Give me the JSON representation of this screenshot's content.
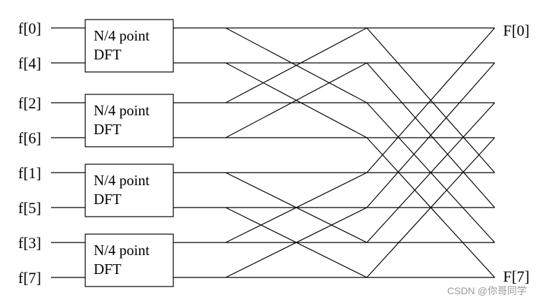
{
  "inputs": [
    "f[0]",
    "f[4]",
    "f[2]",
    "f[6]",
    "f[1]",
    "f[5]",
    "f[3]",
    "f[7]"
  ],
  "dft_blocks": [
    {
      "line1": "N/4 point",
      "line2": "DFT"
    },
    {
      "line1": "N/4 point",
      "line2": "DFT"
    },
    {
      "line1": "N/4 point",
      "line2": "DFT"
    },
    {
      "line1": "N/4 point",
      "line2": "DFT"
    }
  ],
  "outputs": {
    "first": "F[0]",
    "last": "F[7]"
  },
  "watermark": "CSDN @你哥同学"
}
